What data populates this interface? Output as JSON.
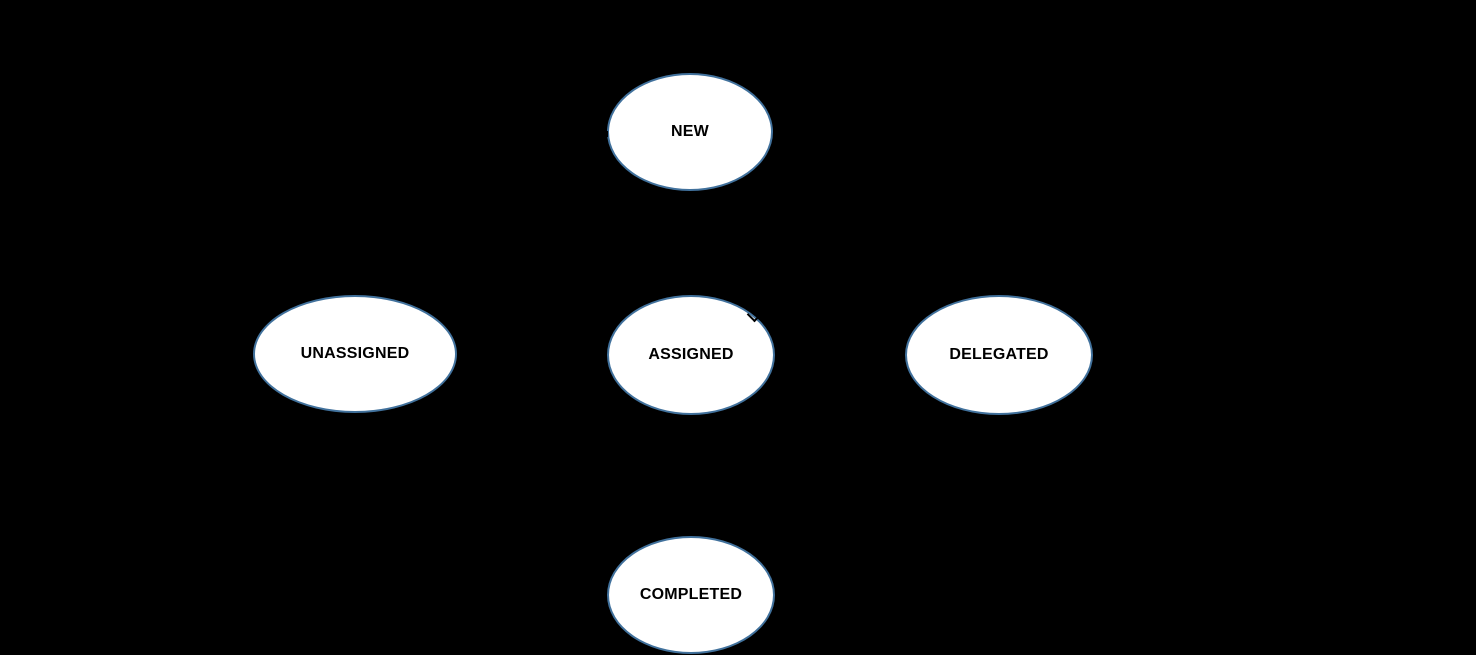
{
  "diagram": {
    "type": "state-diagram",
    "background_color": "#000000",
    "node_fill_color": "#ffffff",
    "node_border_color": "#41719C",
    "label_color": "#000000",
    "nodes": [
      {
        "id": "new",
        "label": "NEW"
      },
      {
        "id": "unassigned",
        "label": "UNASSIGNED"
      },
      {
        "id": "assigned",
        "label": "ASSIGNED"
      },
      {
        "id": "delegated",
        "label": "DELEGATED"
      },
      {
        "id": "completed",
        "label": "COMPLETED"
      }
    ]
  }
}
